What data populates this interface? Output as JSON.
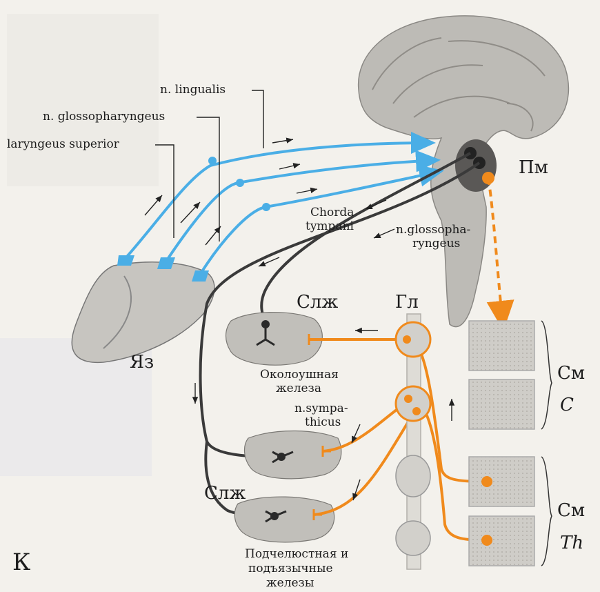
{
  "labels": {
    "n_lingualis": "n. lingualis",
    "n_glossopharyngeus": "n. glossopharyngeus",
    "laryngeus_superior": "laryngeus superior",
    "pm": "Пм",
    "chorda_1": "Chorda",
    "chorda_2": "tympani",
    "glosso_1": "n.glossopha-",
    "glosso_2": "ryngeus",
    "slzh_top": "Слж",
    "gl": "Гл",
    "parotid_1": "Околоушная",
    "parotid_2": "железа",
    "symp_1": "n.sympa-",
    "symp_2": "thicus",
    "sm_c": "См",
    "c": "C",
    "yaz": "Яз",
    "slzh_bottom": "Слж",
    "sm_th": "См",
    "th": "Th",
    "sub_1": "Подчелюстная и",
    "sub_2": "подъязычные",
    "sub_3": "железы",
    "k": "К"
  },
  "colors": {
    "afferent": "#4aaee6",
    "parasympathetic": "#3a3a3a",
    "sympathetic": "#f08a1c",
    "tissue": "#c9c7c2"
  }
}
